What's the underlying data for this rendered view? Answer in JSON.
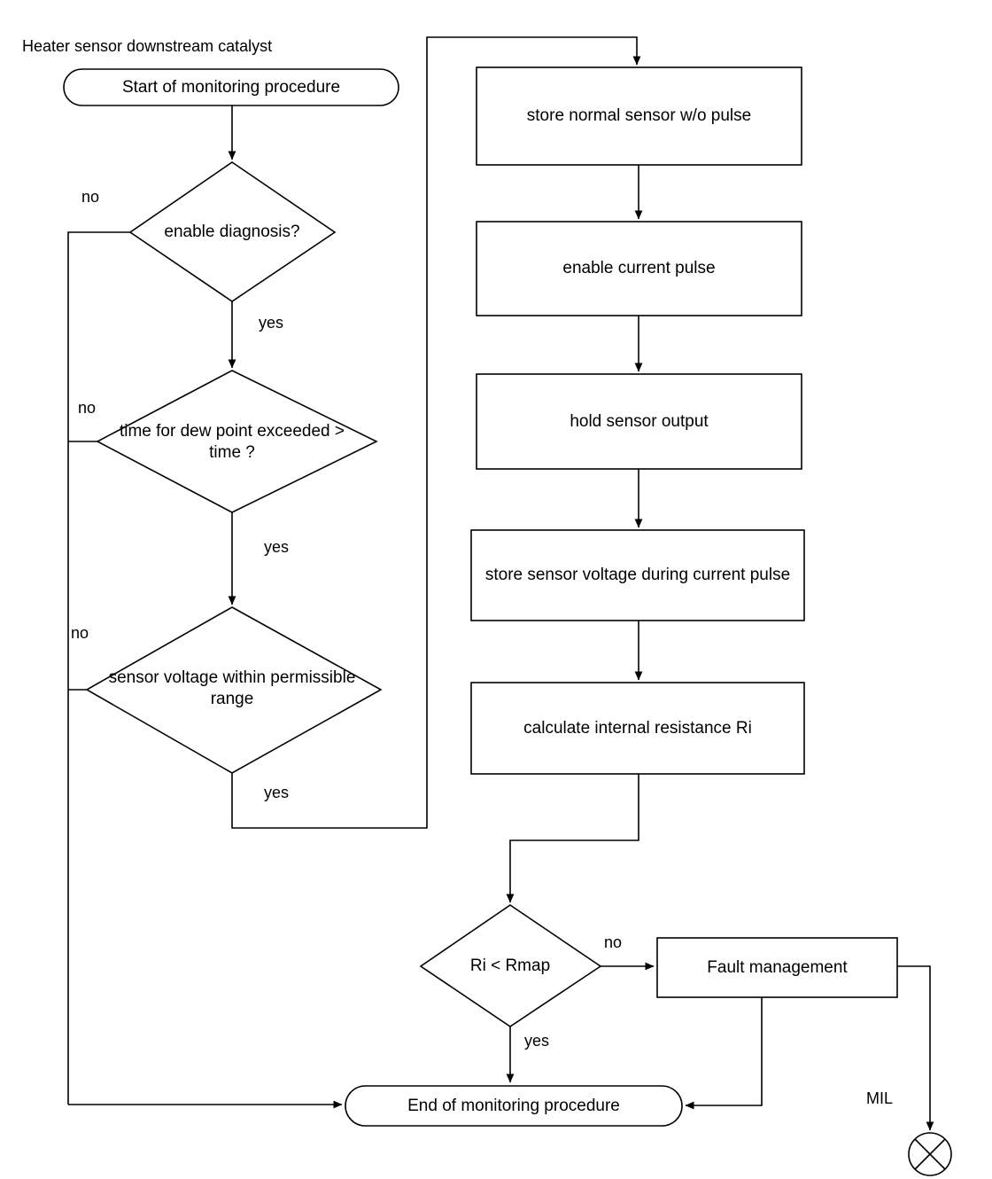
{
  "diagram": {
    "title": "Heater sensor downstream catalyst",
    "type": "flowchart",
    "stroke_color": "#000000",
    "background_color": "#ffffff"
  },
  "nodes": {
    "start": {
      "label": "Start of monitoring procedure",
      "shape": "terminator"
    },
    "end": {
      "label": "End of monitoring procedure",
      "shape": "terminator"
    },
    "decision_enable": {
      "label": "enable\ndiagnosis?",
      "shape": "decision"
    },
    "decision_dewpoint": {
      "label": "time for dew point\nexceeded > time ?",
      "shape": "decision"
    },
    "decision_voltage": {
      "label": "sensor voltage within\npermissible range",
      "shape": "decision"
    },
    "decision_rmap": {
      "label": "Ri < Rmap",
      "shape": "decision"
    },
    "process_store_normal": {
      "label": "store normal sensor w/o pulse",
      "shape": "process"
    },
    "process_enable_pulse": {
      "label": "enable current pulse",
      "shape": "process"
    },
    "process_hold_output": {
      "label": "hold sensor output",
      "shape": "process"
    },
    "process_store_voltage": {
      "label": "store sensor voltage during current\npulse",
      "shape": "process"
    },
    "process_calc_ri": {
      "label": "calculate internal resistance Ri",
      "shape": "process"
    },
    "process_fault": {
      "label": "Fault management",
      "shape": "process"
    },
    "mil_lamp": {
      "label": "MIL",
      "shape": "lamp"
    }
  },
  "branch_labels": {
    "enable_no": "no",
    "enable_yes": "yes",
    "dewpoint_no": "no",
    "dewpoint_yes": "yes",
    "voltage_no": "no",
    "voltage_yes": "yes",
    "rmap_no": "no",
    "rmap_yes": "yes"
  }
}
